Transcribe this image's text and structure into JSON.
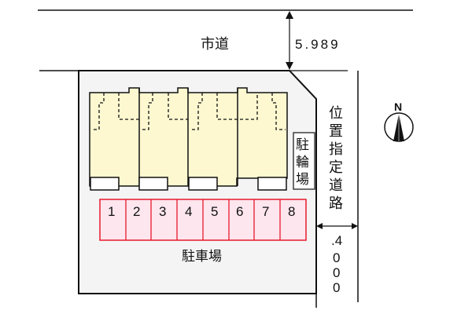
{
  "roads": {
    "city_road": {
      "label": "市道",
      "width_label": "5.989"
    },
    "designated_road": {
      "label_chars": [
        "位",
        "置",
        "指",
        "定",
        "道",
        "路"
      ],
      "width_chars": [
        ".4",
        "0",
        "0",
        "0"
      ],
      "width_value": "4.000"
    }
  },
  "site": {
    "bicycle_parking": {
      "label_chars": [
        "駐",
        "輪",
        "場"
      ]
    },
    "parking": {
      "label": "駐車場",
      "spaces": [
        "1",
        "2",
        "3",
        "4",
        "5",
        "6",
        "7",
        "8"
      ]
    },
    "building": {
      "units": 4
    }
  },
  "compass": {
    "label": "N"
  },
  "colors": {
    "site_fill": "#f4f4f4",
    "building_fill": "#fdf8d0",
    "parking_fill": "#fde6ee",
    "parking_stroke": "#e8192c",
    "line": "#111111"
  }
}
